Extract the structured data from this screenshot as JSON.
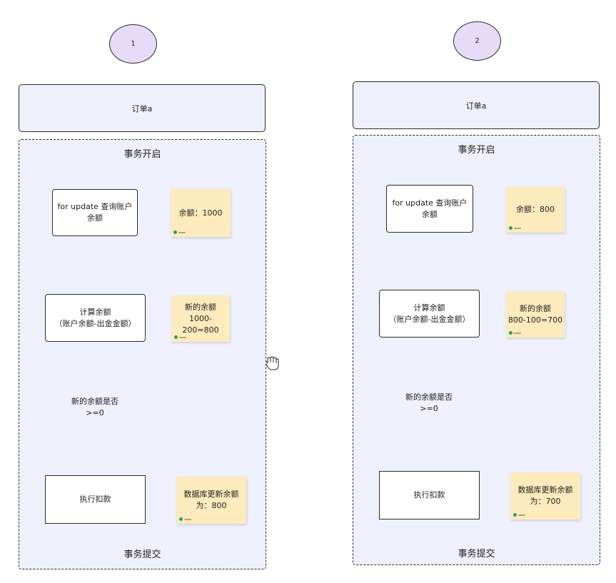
{
  "diagram": {
    "flows": [
      {
        "index_label": "1",
        "order_label": "订单a",
        "tx_start": "事务开启",
        "tx_end": "事务提交",
        "step_query": "for update 查询账户\n余额",
        "step_calc": "计算余额\n（账户余额-出金金额）",
        "decision": "新的余额是否\n>=0",
        "step_deduct": "执行扣款",
        "note_balance": "余额：1000",
        "note_new_balance": "新的余额\n1000-200=800",
        "note_db_update": "数据库更新余额\n为：800"
      },
      {
        "index_label": "2",
        "order_label": "订单a",
        "tx_start": "事务开启",
        "tx_end": "事务提交",
        "step_query": "for update 查询账户\n余额",
        "step_calc": "计算余额\n（账户余额-出金金额）",
        "decision": "新的余额是否\n>=0",
        "step_deduct": "执行扣款",
        "note_balance": "余额：800",
        "note_new_balance": "新的余额\n800-100=700",
        "note_db_update": "数据库更新余额\n为：700"
      }
    ],
    "colors": {
      "circle_fill": "#e6dcfa",
      "panel_fill": "#eef0fb",
      "note_fill": "#fdebbd",
      "diamond_fill": "#fdebbd",
      "stroke": "#2b2b2b"
    },
    "icons": [
      "hand-cursor-icon"
    ]
  }
}
